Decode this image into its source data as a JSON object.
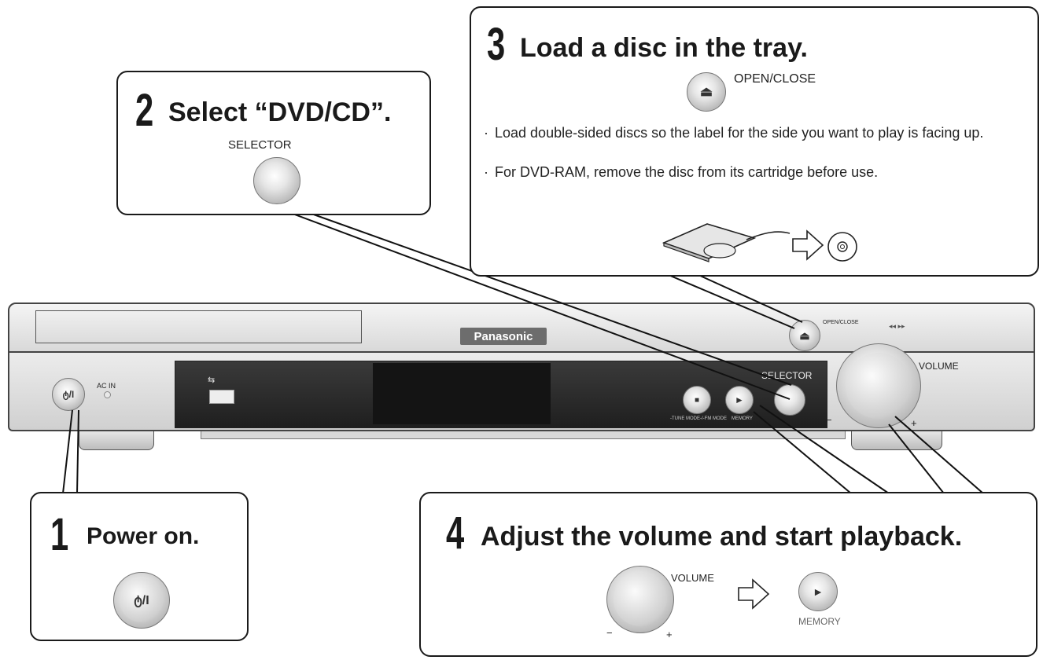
{
  "steps": {
    "step1": {
      "number": "1",
      "title": "Power on.",
      "button_label": "ტ/I"
    },
    "step2": {
      "number": "2",
      "title": "Select “DVD/CD”.",
      "button_caption": "SELECTOR"
    },
    "step3": {
      "number": "3",
      "title": "Load a disc in the tray.",
      "button_caption": "OPEN/CLOSE",
      "bullets": [
        "Load double-sided discs so the label for the side you want to play is facing up.",
        "For DVD-RAM, remove the disc from its cartridge before use."
      ]
    },
    "step4": {
      "number": "4",
      "title": "Adjust the volume and start playback.",
      "volume_caption": "VOLUME",
      "minus": "−",
      "plus": "+",
      "play_caption": "MEMORY"
    }
  },
  "device": {
    "brand": "Panasonic",
    "power_label": "ტ/I",
    "ac_in_label": "AC IN",
    "selector_label": "SELECTOR",
    "volume_label": "VOLUME",
    "open_close_label": "OPEN/CLOSE",
    "minus": "−",
    "plus": "+",
    "stop_caption": "-TUNE MODE-/-FM MODE",
    "play_caption": "MEMORY"
  },
  "icons": [
    "power-icon",
    "eject-icon",
    "play-icon",
    "stop-icon",
    "usb-icon",
    "arrow-right-icon",
    "disc-icon",
    "cartridge-icon"
  ]
}
